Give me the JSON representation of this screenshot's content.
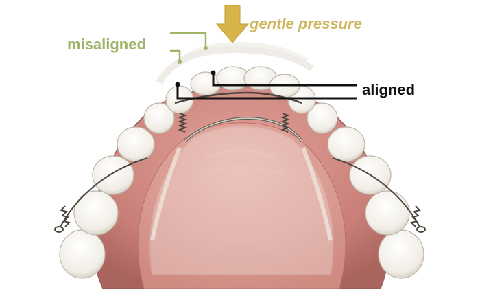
{
  "labels": {
    "gentle_pressure": "gentle pressure",
    "misaligned": "misaligned",
    "aligned": "aligned"
  },
  "colors": {
    "gentle_pressure": "#cdb65f",
    "misaligned": "#9fb36a",
    "aligned": "#111111",
    "gum": "#c97f78",
    "palate": "#d99a92",
    "tooth": "#f6f3ee",
    "tooth_shadow": "#cfc9bf",
    "wire": "#5a534a",
    "arrow": "#d8b54a"
  }
}
